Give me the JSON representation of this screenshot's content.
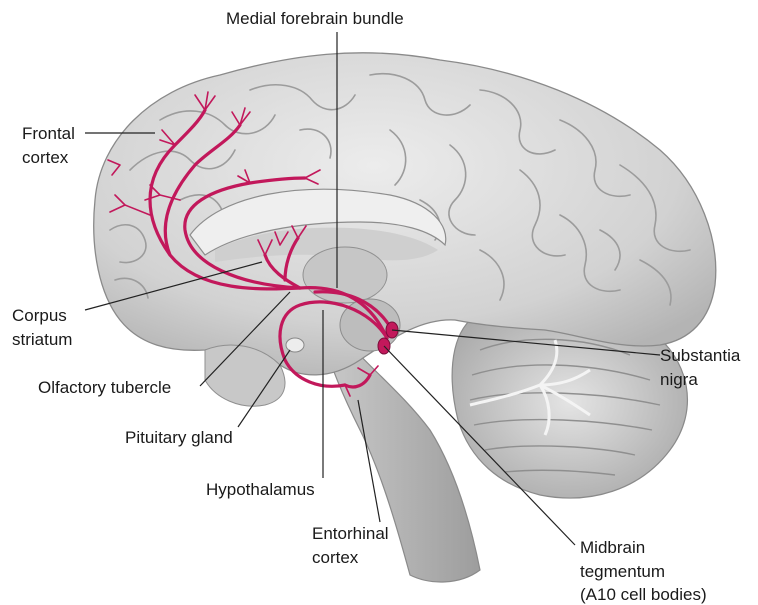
{
  "labels": {
    "medial_forebrain_bundle": "Medial forebrain bundle",
    "frontal_cortex": [
      "Frontal",
      "cortex"
    ],
    "corpus_striatum": [
      "Corpus",
      "striatum"
    ],
    "olfactory_tubercle": "Olfactory tubercle",
    "pituitary_gland": "Pituitary gland",
    "hypothalamus": "Hypothalamus",
    "entorhinal_cortex": [
      "Entorhinal",
      "cortex"
    ],
    "substantia_nigra": [
      "Substantia",
      "nigra"
    ],
    "midbrain_tegmentum": [
      "Midbrain",
      "tegmentum",
      "(A10 cell bodies)"
    ]
  },
  "colors": {
    "pathway": "#c2185b",
    "brain_fill": "#dcdcdc",
    "brain_shade": "#b9b9b9",
    "brain_outline": "#8a8a8a",
    "leader_line": "#222222"
  }
}
